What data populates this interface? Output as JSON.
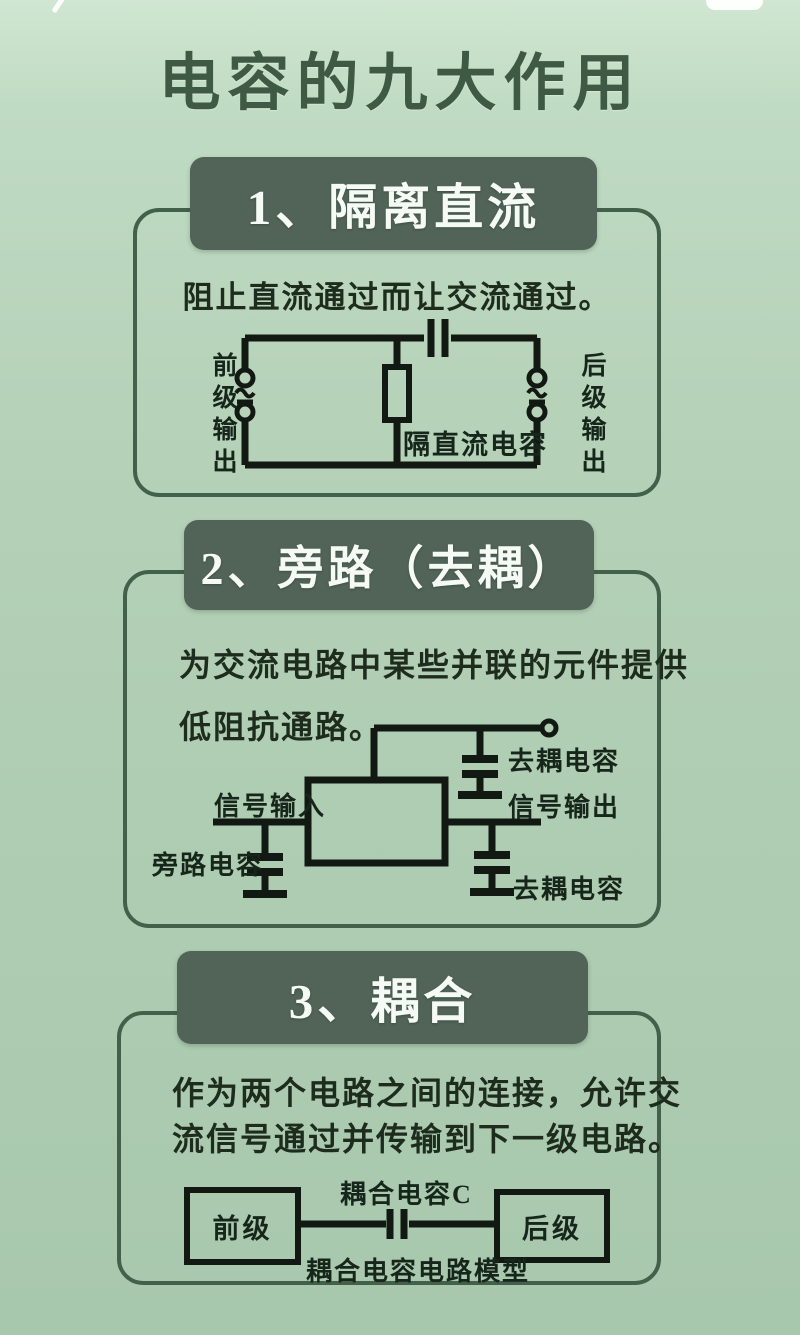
{
  "page": {
    "title": "电容的九大作用"
  },
  "sections": [
    {
      "number_label": "1、隔离直流",
      "description_lines": [
        "阻止直流通过而让交流通过。"
      ],
      "diagram": {
        "left_label": "前级输出",
        "right_label": "后级输出",
        "cap_label": "隔直流电容"
      }
    },
    {
      "number_label": "2、旁路（去耦）",
      "description_lines": [
        "为交流电路中某些并联的元件提供",
        "低阻抗通路。"
      ],
      "diagram": {
        "input_label": "信号输入",
        "output_label": "信号输出",
        "bypass_label": "旁路电容",
        "decouple_top_label": "去耦电容",
        "decouple_bottom_label": "去耦电容"
      }
    },
    {
      "number_label": "3、耦合",
      "description_lines": [
        "作为两个电路之间的连接，允许交",
        "流信号通过并传输到下一级电路。"
      ],
      "diagram": {
        "left_box_label": "前级",
        "right_box_label": "后级",
        "cap_label": "耦合电容C",
        "model_label": "耦合电容电路模型"
      }
    }
  ],
  "colors": {
    "background_top": "#d0e6d2",
    "background_bottom": "#a8c8ad",
    "header_box": "#516457",
    "header_text": "#f6faf4",
    "panel_border": "#43604a",
    "title_text": "#3e5a45",
    "body_text": "#1e2c1e",
    "circuit_line": "#121912"
  }
}
